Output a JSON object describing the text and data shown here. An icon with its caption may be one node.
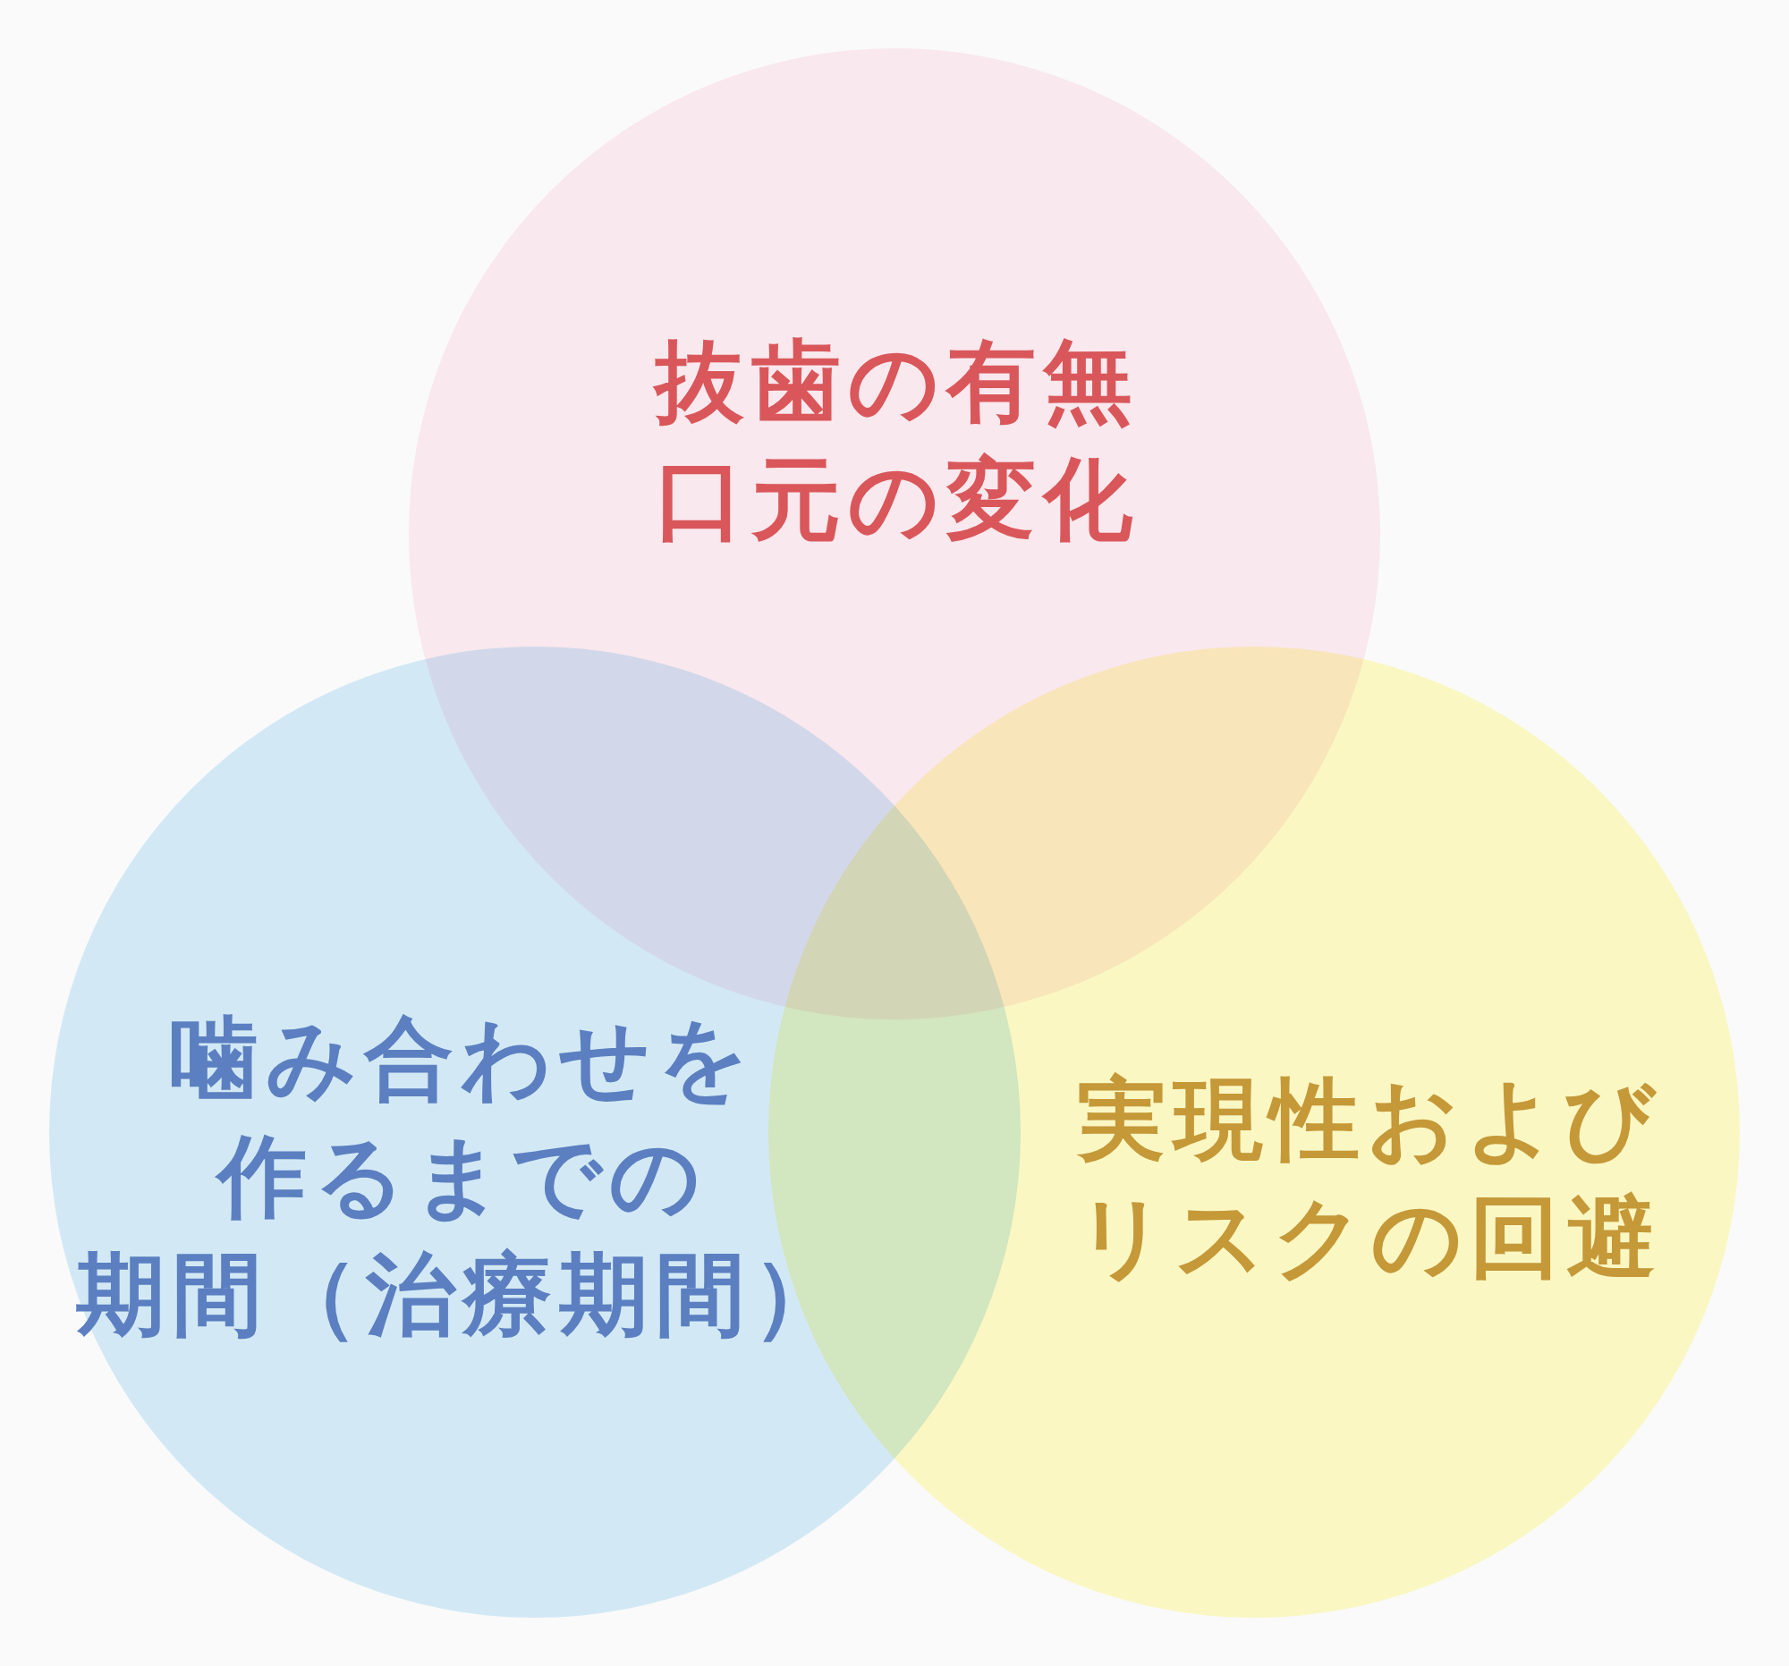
{
  "diagram": {
    "nodes": [
      {
        "text": [
          "抜歯の有無",
          "口元の変化"
        ]
      },
      {
        "text": [
          "噛み合わせを作るまでの期間（治療期間）"
        ]
      },
      {
        "text": [
          "実現性およびリスクの回避"
        ]
      }
    ]
  }
}
